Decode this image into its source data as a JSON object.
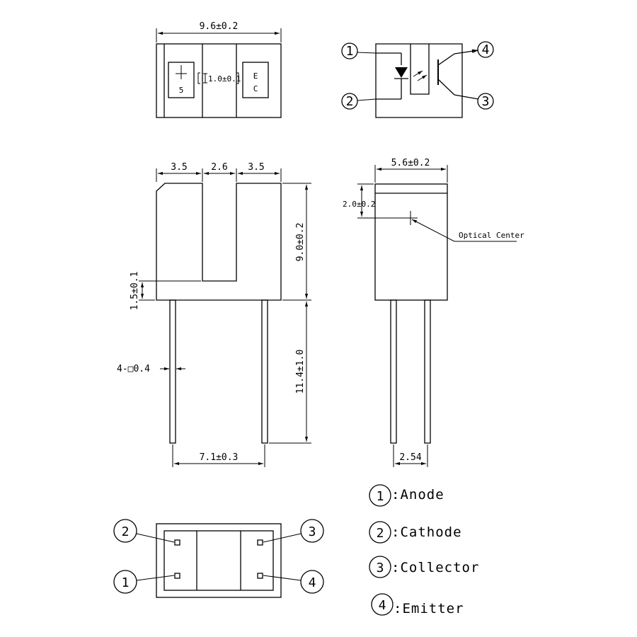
{
  "top_view": {
    "width_dim": "9.6±0.2",
    "slot_dim": "1.0±0.1",
    "left_mark_number": "5",
    "right_mark_top": "E",
    "right_mark_bottom": "C"
  },
  "schematic": {
    "pins": [
      "1",
      "2",
      "3",
      "4"
    ]
  },
  "front_view": {
    "dim_left": "3.5",
    "dim_slot": "2.6",
    "dim_right": "3.5",
    "height_dim": "9.0±0.2",
    "slot_bottom_dim": "1.5±0.1",
    "lead_size": "4-□0.4",
    "lead_length": "11.4±1.0",
    "lead_pitch": "7.1±0.3"
  },
  "side_view": {
    "width_dim": "5.6±0.2",
    "center_height_dim": "2.0±0.2",
    "optical_center_label": "Optical Center",
    "lead_pitch": "2.54"
  },
  "bottom_view": {
    "pins": [
      "2",
      "1",
      "3",
      "4"
    ]
  },
  "pin_legend": [
    {
      "num": "1",
      "name": ":Anode"
    },
    {
      "num": "2",
      "name": ":Cathode"
    },
    {
      "num": "3",
      "name": ":Collector"
    },
    {
      "num": "4",
      "name": ":Emitter"
    }
  ]
}
